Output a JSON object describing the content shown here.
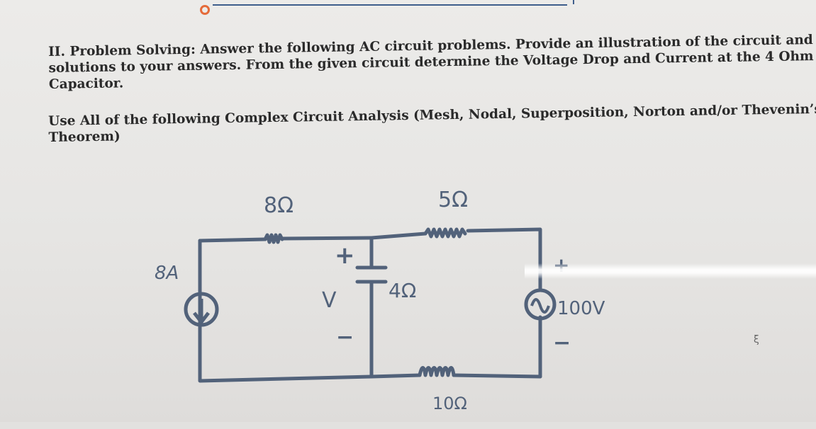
{
  "problem": {
    "lines": [
      "II. Problem Solving: Answer the following AC circuit problems. Provide an illustration of the circuit and",
      "solutions to your answers. From the given circuit determine the Voltage Drop and Current at the 4 Ohm",
      "Capacitor."
    ]
  },
  "methods": {
    "lines": [
      "Use All of the following Complex Circuit Analysis (Mesh, Nodal, Superposition, Norton and/or Thevenin’s",
      "Theorem)"
    ]
  },
  "circuit": {
    "current_source": "8A",
    "r_top_left": "8Ω",
    "r_top_right": "5Ω",
    "capacitor": "4Ω",
    "r_bottom_right": "10Ω",
    "voltage_source": "100V",
    "cap_voltage_symbol": "V",
    "plus_sign": "+",
    "minus_sign": "−",
    "ink_color": "#52627a"
  }
}
